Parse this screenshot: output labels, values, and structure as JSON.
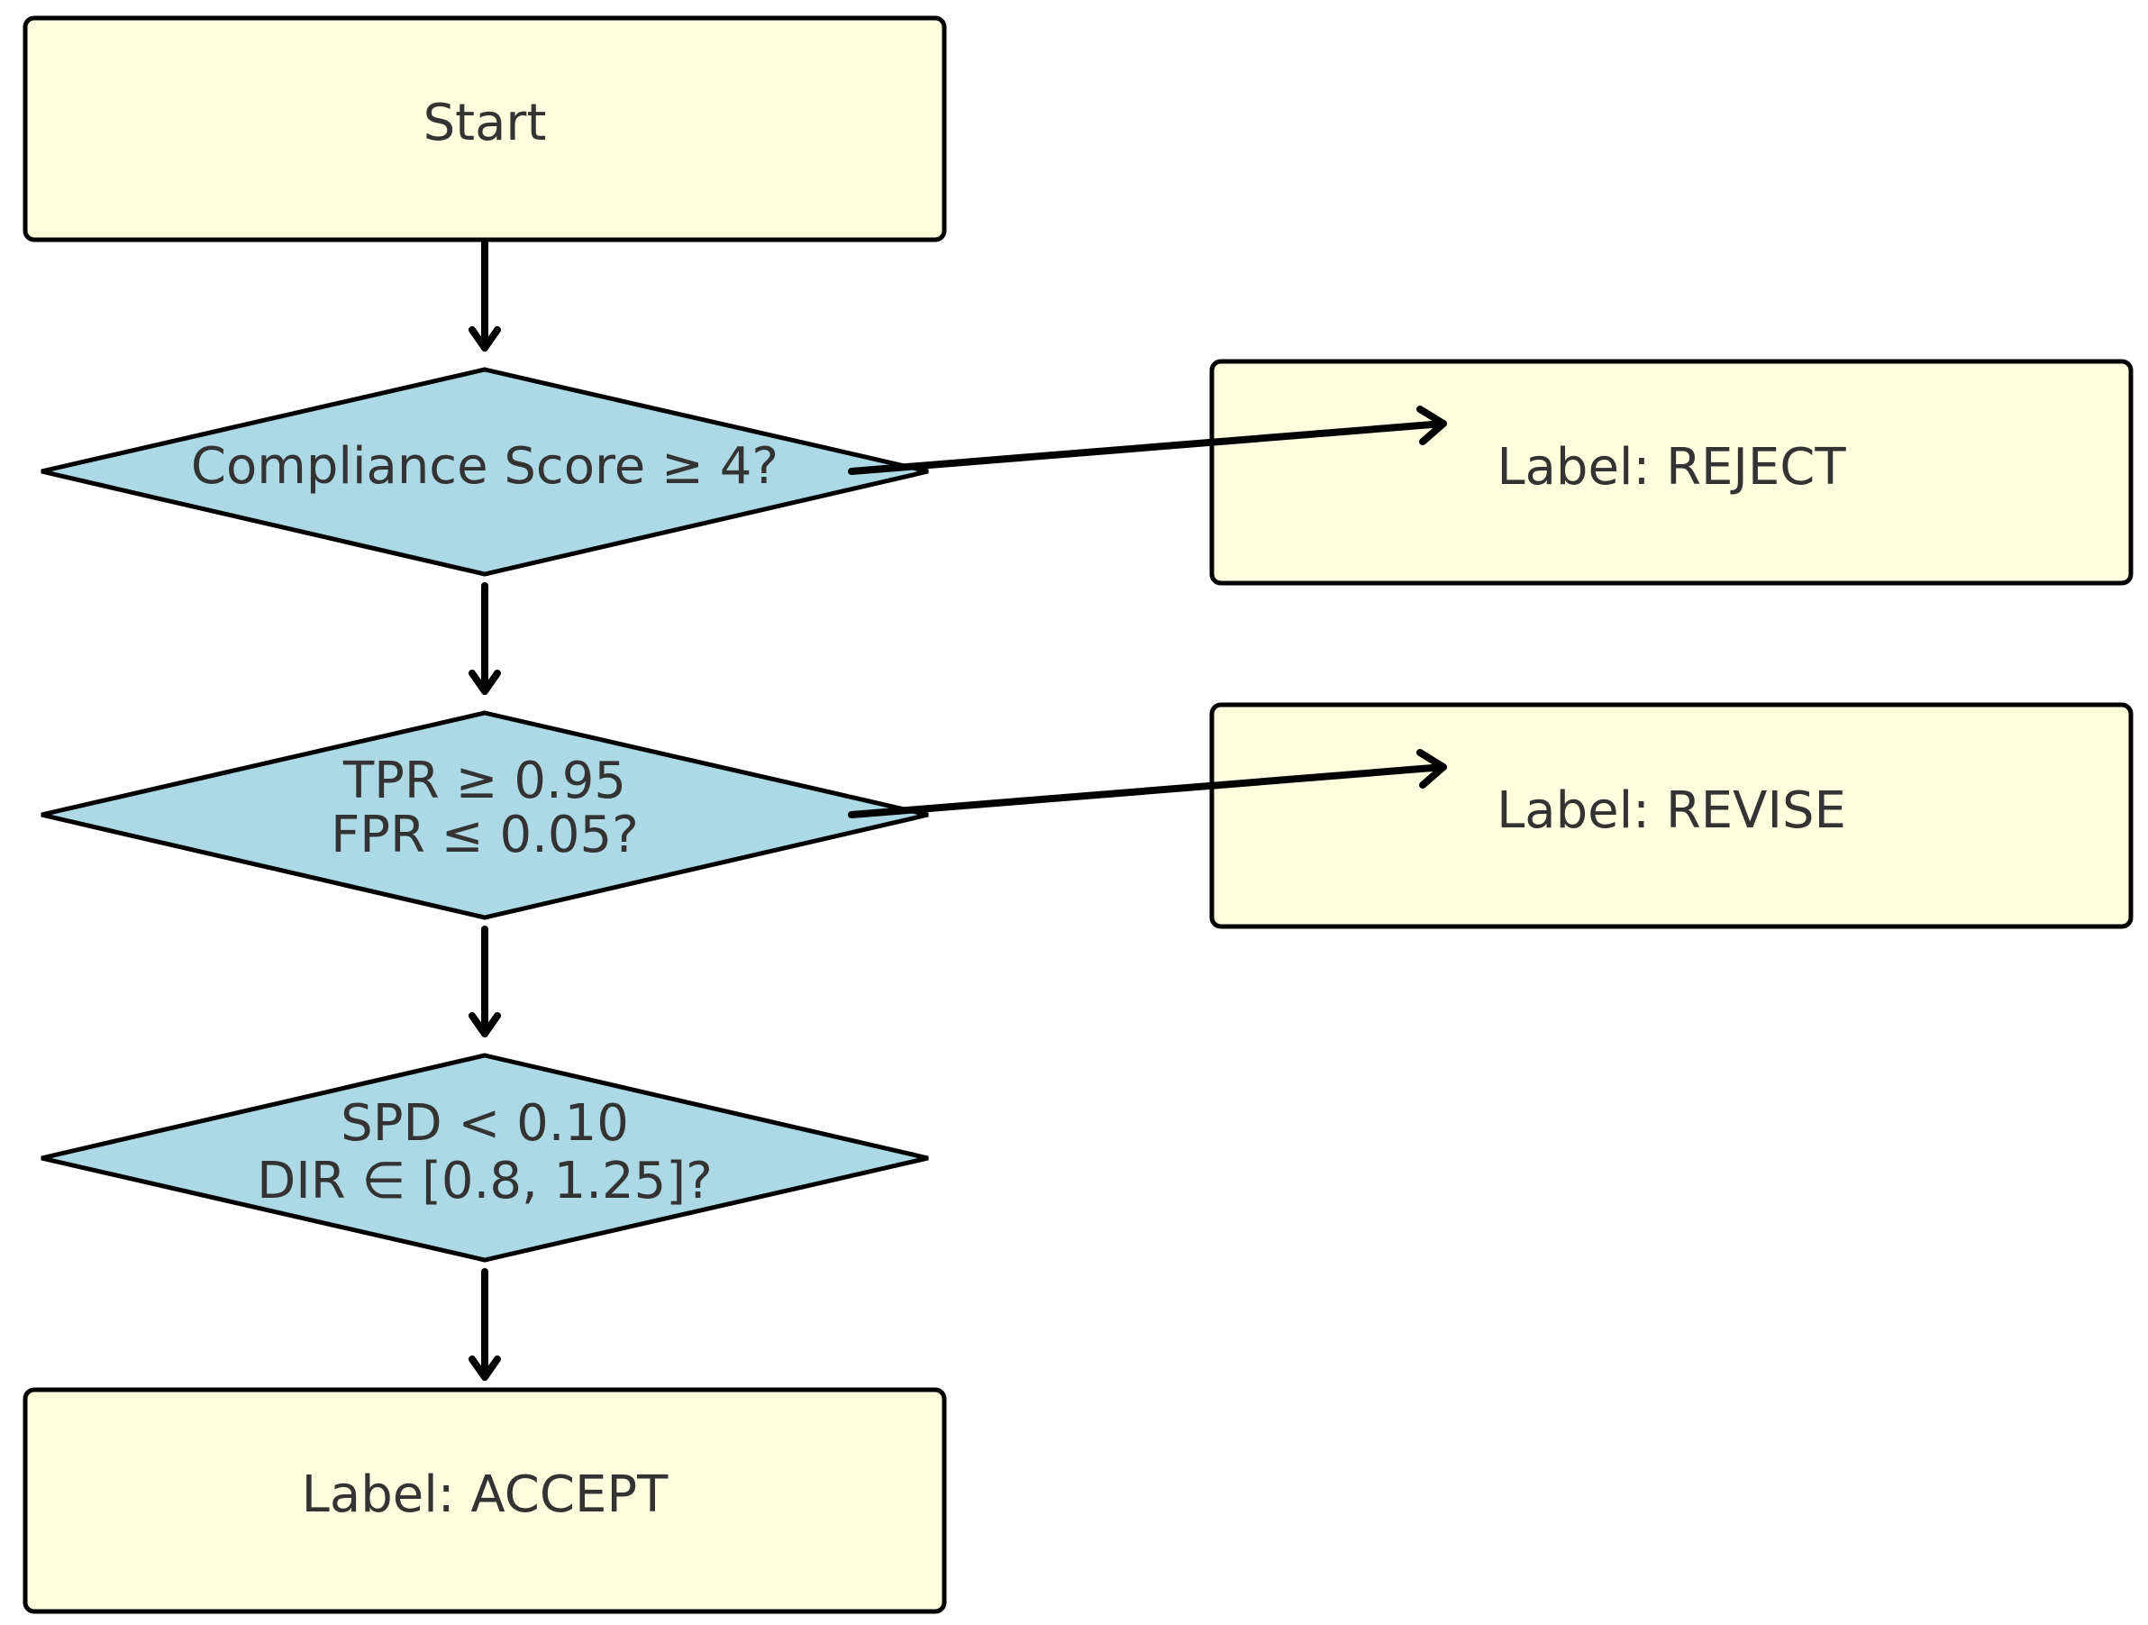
{
  "diagram": {
    "colors": {
      "process_fill": "#ffffe0",
      "decision_fill": "#add8e6",
      "stroke": "#000000",
      "text": "#333333"
    },
    "nodes": {
      "start": {
        "label": "Start"
      },
      "compliance": {
        "label": "Compliance Score ≥ 4?"
      },
      "tpr_fpr": {
        "line1": "TPR ≥ 0.95",
        "line2": "FPR ≤ 0.05?"
      },
      "spd_dir": {
        "line1": "SPD < 0.10",
        "line2": "DIR ∈ [0.8, 1.25]?"
      },
      "reject": {
        "label": "Label: REJECT"
      },
      "revise": {
        "label": "Label: REVISE"
      },
      "accept": {
        "label": "Label: ACCEPT"
      }
    },
    "edges": [
      {
        "from": "start",
        "to": "compliance"
      },
      {
        "from": "compliance",
        "to": "tpr_fpr"
      },
      {
        "from": "compliance",
        "to": "reject"
      },
      {
        "from": "tpr_fpr",
        "to": "spd_dir"
      },
      {
        "from": "tpr_fpr",
        "to": "revise"
      },
      {
        "from": "spd_dir",
        "to": "accept"
      }
    ]
  }
}
